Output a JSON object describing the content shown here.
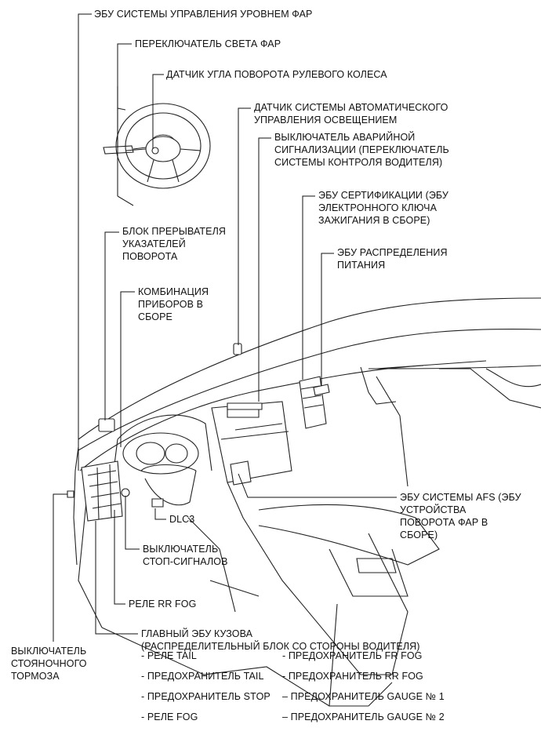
{
  "labels": {
    "headlight_level_ecu": [
      "ЭБУ СИСТЕМЫ УПРАВЛЕНИЯ УРОВНЕМ ФАР"
    ],
    "headlight_switch": [
      "ПЕРЕКЛЮЧАТЕЛЬ СВЕТА ФАР"
    ],
    "steering_angle_sensor": [
      "ДАТЧИК УГЛА ПОВОРОТА РУЛЕВОГО КОЛЕСА"
    ],
    "auto_light_sensor": [
      "ДАТЧИК СИСТЕМЫ АВТОМАТИЧЕСКОГО",
      "УПРАВЛЕНИЯ ОСВЕЩЕНИЕМ"
    ],
    "hazard_switch": [
      "ВЫКЛЮЧАТЕЛЬ АВАРИЙНОЙ",
      "СИГНАЛИЗАЦИИ (ПЕРЕКЛЮЧАТЕЛЬ",
      "СИСТЕМЫ КОНТРОЛЯ ВОДИТЕЛЯ)"
    ],
    "certification_ecu": [
      "ЭБУ СЕРТИФИКАЦИИ (ЭБУ",
      "ЭЛЕКТРОННОГО КЛЮЧА",
      "ЗАЖИГАНИЯ В СБОРЕ)"
    ],
    "power_distribution_ecu": [
      "ЭБУ РАСПРЕДЕЛЕНИЯ",
      "ПИТАНИЯ"
    ],
    "flasher": [
      "БЛОК ПРЕРЫВАТЕЛЯ",
      "УКАЗАТЕЛЕЙ",
      "ПОВОРОТА"
    ],
    "combination_meter": [
      "КОМБИНАЦИЯ",
      "ПРИБОРОВ В",
      "СБОРЕ"
    ],
    "afs_ecu": [
      "ЭБУ СИСТЕМЫ AFS (ЭБУ",
      "УСТРОЙСТВА",
      "ПОВОРОТА ФАР В",
      "СБОРЕ)"
    ],
    "dlc3": [
      "DLC3"
    ],
    "stop_lamp_switch": [
      "ВЫКЛЮЧАТЕЛЬ",
      "СТОП-СИГНАЛОВ"
    ],
    "rr_fog_relay": [
      "РЕЛЕ RR FOG"
    ],
    "main_body_ecu": [
      "ГЛАВНЫЙ ЭБУ КУЗОВА",
      "(РАСПРЕДЕЛИТЕЛЬНЫЙ БЛОК СО СТОРОНЫ ВОДИТЕЛЯ)"
    ],
    "parking_brake_switch": [
      "ВЫКЛЮЧАТЕЛЬ",
      "СТОЯНОЧНОГО",
      "ТОРМОЗА"
    ]
  },
  "components_left": [
    "- РЕЛЕ TAIL",
    "- ПРЕДОХРАНИТЕЛЬ TAIL",
    "- ПРЕДОХРАНИТЕЛЬ STOP",
    "- РЕЛЕ FOG"
  ],
  "components_right": [
    "- ПРЕДОХРАНИТЕЛЬ FR FOG",
    "- ПРЕДОХРАНИТЕЛЬ RR FOG",
    "– ПРЕДОХРАНИТЕЛЬ GAUGE № 1",
    "– ПРЕДОХРАНИТЕЛЬ GAUGE № 2"
  ]
}
